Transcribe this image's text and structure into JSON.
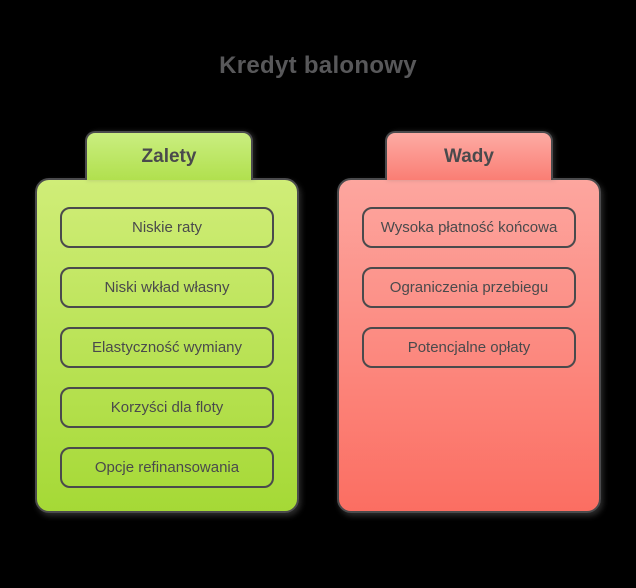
{
  "page": {
    "title": "Kredyt balonowy",
    "background": "#000000",
    "title_color": "#58585a"
  },
  "columns": {
    "border_color": "#4a4a4c",
    "text_color": "#4a4a4c",
    "pros": {
      "header": "Zalety",
      "items": [
        "Niskie raty",
        "Niski wkład własny",
        "Elastyczność wymiany",
        "Korzyści dla floty",
        "Opcje refinansowania"
      ],
      "colors": {
        "tab_top": "#caee80",
        "tab_bottom": "#b1e04e",
        "card_top": "#d0ed78",
        "card_bottom": "#a5d936"
      }
    },
    "cons": {
      "header": "Wady",
      "items": [
        "Wysoka płatność końcowa",
        "Ograniczenia przebiegu",
        "Potencjalne opłaty"
      ],
      "colors": {
        "tab_top": "#fdaba4",
        "tab_bottom": "#fa7e74",
        "card_top": "#fda69f",
        "card_bottom": "#fb6e62"
      }
    }
  }
}
